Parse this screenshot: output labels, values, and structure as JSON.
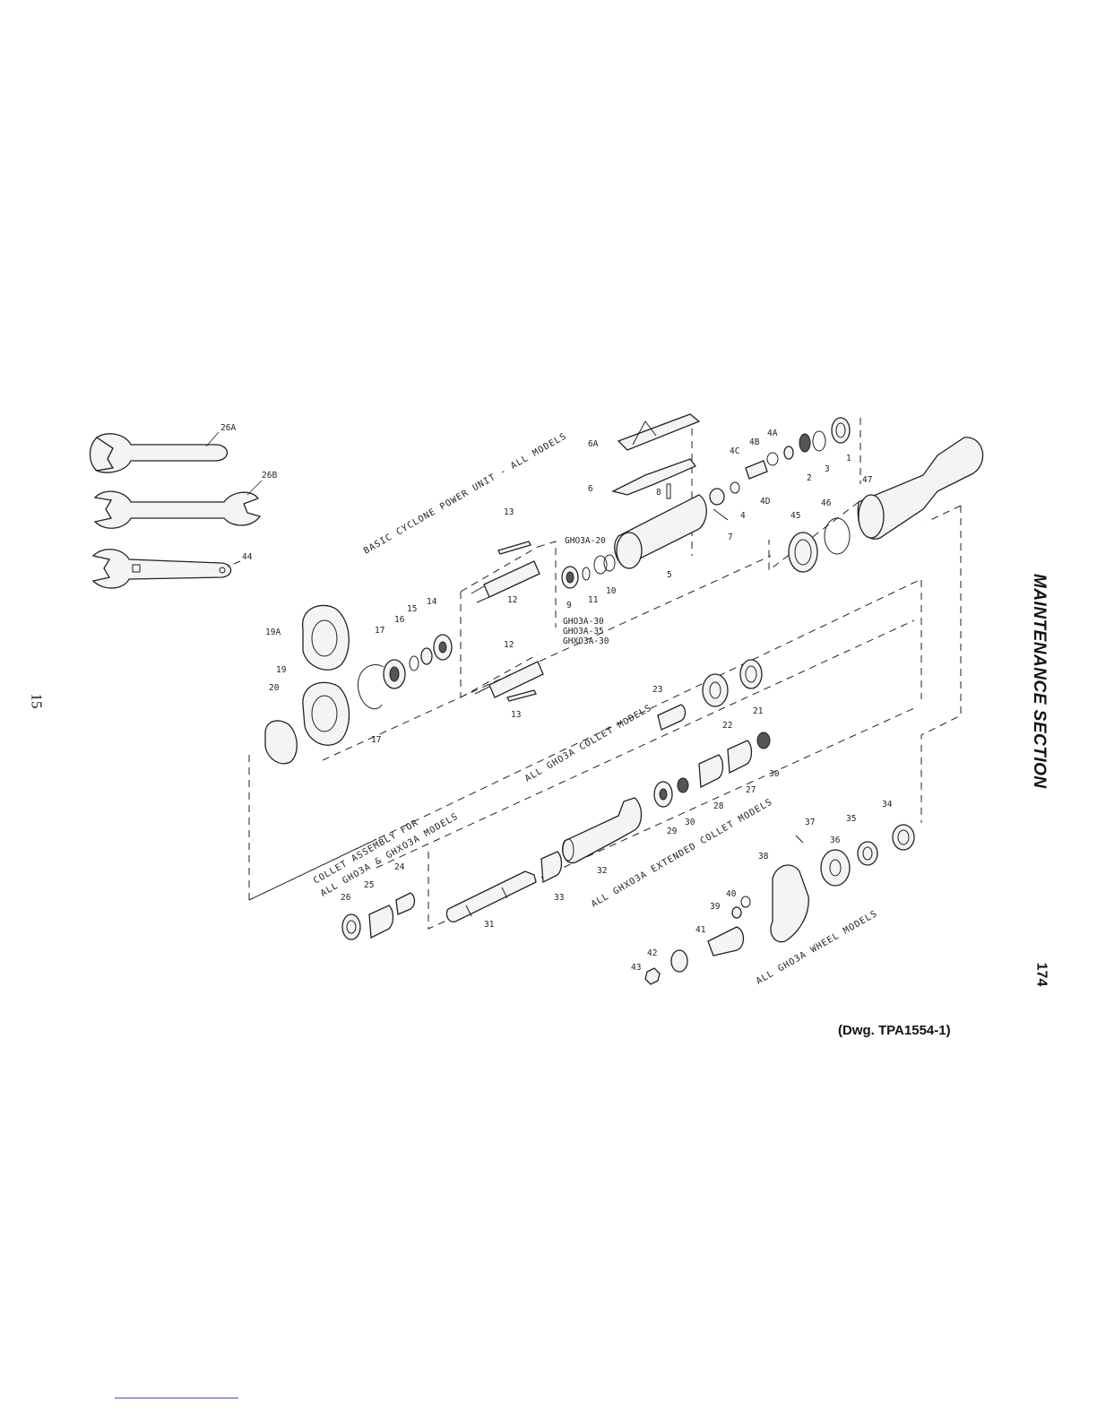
{
  "side_header": {
    "section_title": "MAINTENANCE SECTION"
  },
  "page_numbers": {
    "left": "15",
    "right": "174"
  },
  "drawing_caption": "(Dwg. TPA1554-1)",
  "group_labels": {
    "power_unit": "BASIC CYCLONE POWER UNIT - ALL MODELS",
    "collet_models": "ALL GHO3A COLLET MODELS",
    "collet_assembly_line1": "COLLET ASSEMBLY FOR",
    "collet_assembly_line2": "ALL GHO3A & GHXO3A MODELS",
    "extended_collet": "ALL GHXO3A EXTENDED COLLET MODELS",
    "wheel_models": "ALL GHO3A WHEEL MODELS"
  },
  "rotor_variants": {
    "upper": "GHO3A-20",
    "lower": [
      "GHO3A-30",
      "GHO3A-35",
      "GHXO3A-30"
    ]
  },
  "part_callouts": {
    "p26A": "26A",
    "p26B": "26B",
    "p44": "44",
    "p6A": "6A",
    "p6": "6",
    "p8": "8",
    "p4A": "4A",
    "p4B": "4B",
    "p4C": "4C",
    "p4D": "4D",
    "p1": "1",
    "p2": "2",
    "p3": "3",
    "p4": "4",
    "p7": "7",
    "p5": "5",
    "p47": "47",
    "p46": "46",
    "p45": "45",
    "p13a": "13",
    "p13b": "13",
    "p12a": "12",
    "p12b": "12",
    "p9": "9",
    "p11": "11",
    "p10": "10",
    "p14": "14",
    "p15": "15",
    "p16": "16",
    "p17a": "17",
    "p17b": "17",
    "p19A": "19A",
    "p19": "19",
    "p20": "20",
    "p23": "23",
    "p22": "22",
    "p21": "21",
    "p30a": "30",
    "p30b": "30",
    "p27": "27",
    "p28": "28",
    "p29": "29",
    "p32": "32",
    "p33": "33",
    "p31": "31",
    "p24": "24",
    "p25": "25",
    "p26": "26",
    "p37": "37",
    "p36": "36",
    "p35": "35",
    "p34": "34",
    "p38": "38",
    "p40": "40",
    "p39": "39",
    "p41": "41",
    "p42": "42",
    "p43": "43"
  }
}
